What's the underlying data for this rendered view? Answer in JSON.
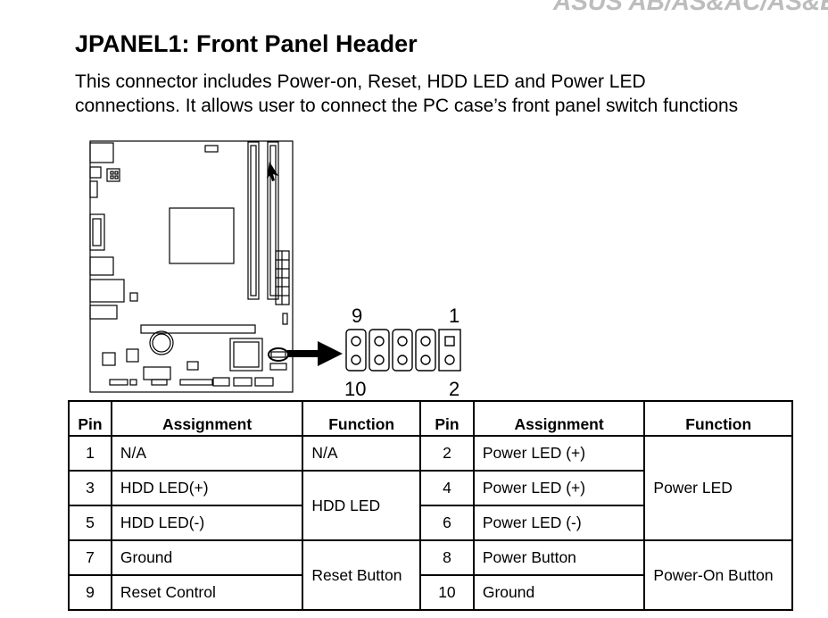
{
  "page": {
    "running_header": "ASUS AB/AS&AC/AS&E",
    "title": "JPANEL1: Front Panel Header",
    "intro_line1": "This connector includes Power-on, Reset, HDD LED and Power LED",
    "intro_line2": "connections. It allows user to connect the PC case’s front panel switch functions"
  },
  "diagram": {
    "pin_label_top_left": "9",
    "pin_label_top_right": "1",
    "pin_label_bottom_left": "10",
    "pin_label_bottom_right": "2"
  },
  "table": {
    "headers": [
      "Pin",
      "Assignment",
      "Function",
      "Pin",
      "Assignment",
      "Function"
    ],
    "left": [
      {
        "pin": "1",
        "assignment": "N/A"
      },
      {
        "pin": "3",
        "assignment": "HDD LED(+)"
      },
      {
        "pin": "5",
        "assignment": "HDD LED(-)"
      },
      {
        "pin": "7",
        "assignment": "Ground"
      },
      {
        "pin": "9",
        "assignment": "Reset Control"
      }
    ],
    "right": [
      {
        "pin": "2",
        "assignment": "Power LED (+)"
      },
      {
        "pin": "4",
        "assignment": "Power LED (+)"
      },
      {
        "pin": "6",
        "assignment": "Power LED (-)"
      },
      {
        "pin": "8",
        "assignment": "Power Button"
      },
      {
        "pin": "10",
        "assignment": "Ground"
      }
    ],
    "left_functions": [
      "N/A",
      "HDD LED",
      "Reset Button"
    ],
    "right_functions": [
      "Power LED",
      "Power-On Button"
    ]
  }
}
